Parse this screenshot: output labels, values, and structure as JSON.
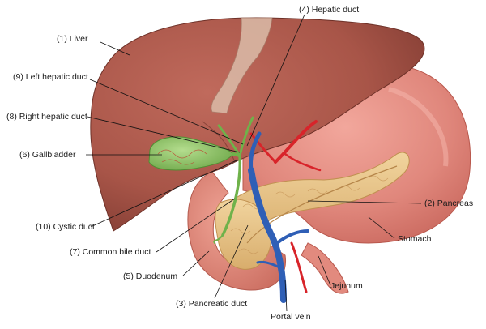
{
  "diagram": {
    "labels": {
      "liver": "(1) Liver",
      "hepatic_duct": "(4) Hepatic duct",
      "left_hepatic_duct": "(9) Left hepatic duct",
      "right_hepatic_duct": "(8) Right hepatic duct",
      "gallbladder": "(6) Gallbladder",
      "pancreas": "(2) Pancreas",
      "stomach": "Stomach",
      "cystic_duct": "(10) Cystic duct",
      "common_bile_duct": "(7) Common bile duct",
      "duodenum": "(5) Duodenum",
      "jejunum": "Jejunum",
      "pancreatic_duct": "(3) Pancreatic duct",
      "portal_vein": "Portal vein"
    },
    "colors": {
      "liver": "#a85548",
      "liver_shadow": "#7e3a31",
      "stomach": "#e0877c",
      "pancreas": "#e8c48a",
      "gallbladder": "#8fc56a",
      "bile_duct": "#6fb24a",
      "artery": "#d8242a",
      "vein": "#2f5fb6",
      "leader_line": "#111111"
    }
  }
}
